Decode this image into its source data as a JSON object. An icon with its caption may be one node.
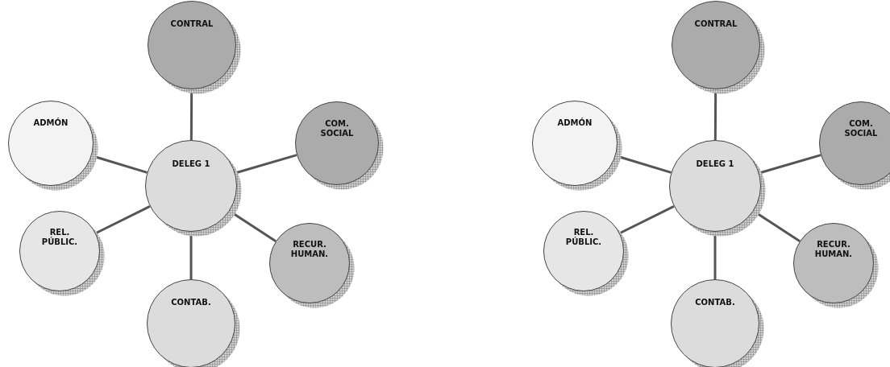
{
  "diagram": {
    "nodes": [
      {
        "text": [
          "CONTRAL"
        ]
      },
      {
        "text": [
          "ADMÓN"
        ]
      },
      {
        "text": [
          "DELEG 1"
        ]
      },
      {
        "text": [
          "COM. SOCIAL"
        ]
      },
      {
        "text": [
          "REL. PÚBLIC."
        ]
      },
      {
        "text": [
          "RECUR. HUMAN."
        ]
      },
      {
        "text": [
          "CONTAB."
        ]
      },
      {
        "text": [
          "CONTRAL"
        ]
      },
      {
        "text": [
          "ADMÓN"
        ]
      },
      {
        "text": [
          "DELEG 1"
        ]
      },
      {
        "text": [
          "COM. SOCIAL"
        ]
      },
      {
        "text": [
          "REL. PÚBLIC."
        ]
      },
      {
        "text": [
          "RECUR. HUMAN."
        ]
      },
      {
        "text": [
          "CONTAB."
        ]
      }
    ],
    "edges": [
      {
        "from": 2,
        "to": 0,
        "arrow": "none"
      },
      {
        "from": 2,
        "to": 1,
        "arrow": "none"
      },
      {
        "from": 2,
        "to": 3,
        "arrow": "none"
      },
      {
        "from": 2,
        "to": 4,
        "arrow": "none"
      },
      {
        "from": 2,
        "to": 5,
        "arrow": "none"
      },
      {
        "from": 2,
        "to": 6,
        "arrow": "none"
      },
      {
        "from": 9,
        "to": 7,
        "arrow": "none"
      },
      {
        "from": 9,
        "to": 8,
        "arrow": "none"
      },
      {
        "from": 9,
        "to": 10,
        "arrow": "none"
      },
      {
        "from": 9,
        "to": 11,
        "arrow": "none"
      },
      {
        "from": 9,
        "to": 12,
        "arrow": "none"
      },
      {
        "from": 9,
        "to": 13,
        "arrow": "none"
      }
    ]
  }
}
